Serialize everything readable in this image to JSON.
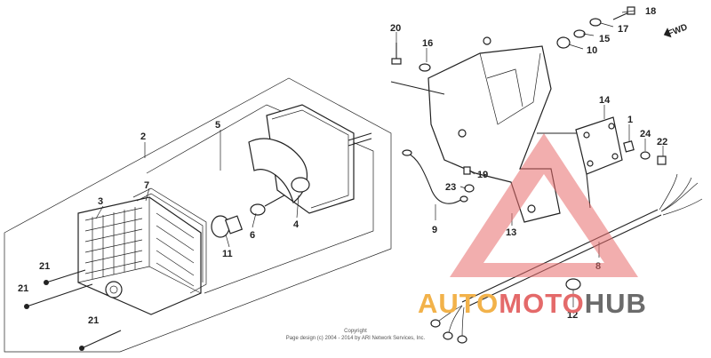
{
  "callouts": {
    "c1": "1",
    "c2": "2",
    "c3": "3",
    "c4": "4",
    "c5": "5",
    "c6": "6",
    "c7": "7",
    "c8": "8",
    "c9": "9",
    "c10": "10",
    "c11": "11",
    "c12": "12",
    "c13": "13",
    "c14": "14",
    "c15": "15",
    "c16": "16",
    "c17": "17",
    "c18": "18",
    "c19": "19",
    "c20": "20",
    "c21a": "21",
    "c21b": "21",
    "c21c": "21",
    "c22": "22",
    "c23": "23",
    "c24": "24"
  },
  "direction": {
    "label": "FWD"
  },
  "copyright": {
    "line1": "Copyright",
    "line2": "Page design (c) 2004 - 2014 by ARI Network Services, Inc."
  },
  "watermark": {
    "part1": "AUTO",
    "part2": "MOTO",
    "part3": "HUB",
    "colors": {
      "auto": "#f2b24a",
      "moto": "#e46a6a",
      "hub": "#6b6b6b",
      "triangle": "#e86c6c"
    }
  }
}
